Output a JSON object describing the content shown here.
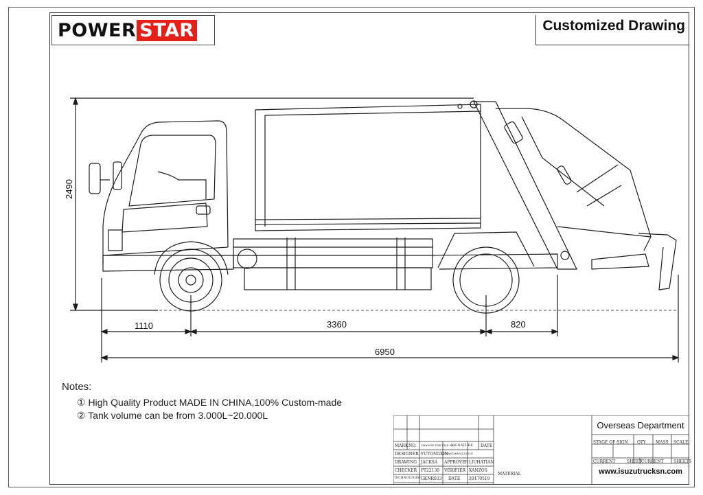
{
  "header": {
    "brand_part1": "POWER",
    "brand_part2": "STAR",
    "title": "Customized Drawing"
  },
  "colors": {
    "brand_red": "#e4201b",
    "line": "#1a1a1a"
  },
  "dimensions": {
    "height": "2490",
    "front_overhang": "1110",
    "wheelbase": "3360",
    "rear_overhang": "820",
    "overall_length": "6950"
  },
  "notes": {
    "heading": "Notes:",
    "items": [
      "① High Quality Product MADE IN CHINA,100% Custom-made",
      "② Tank volume can be from 3.000L~20.000L"
    ]
  },
  "title_block": {
    "department": "Overseas Department",
    "website": "www.isuzutrucksn.com",
    "material": "MATERIAL",
    "headers": [
      "MARK",
      "NO.",
      "CHANGE THE FILE NO.",
      "SIGNATURE",
      "DATE"
    ],
    "rows": [
      [
        "DESIGNER",
        "YUTONGXIN",
        "STANDARDIZATION",
        ""
      ],
      [
        "DRAWING",
        "JACKSA",
        "APPROVER",
        "LIUHATIAN"
      ],
      [
        "CHECKER",
        "PT22130",
        "VERIFIER",
        "XANZOS"
      ],
      [
        "TECHNOLOGIST",
        "GKNR033",
        "DATE",
        "20170519"
      ]
    ],
    "stage_headers": [
      "STAGE OF SIGN",
      "QTY",
      "MASS",
      "SCALE"
    ],
    "sheet_labels": [
      "CURRENT",
      "SHEET",
      "CURRENT",
      "SHEETS"
    ]
  }
}
